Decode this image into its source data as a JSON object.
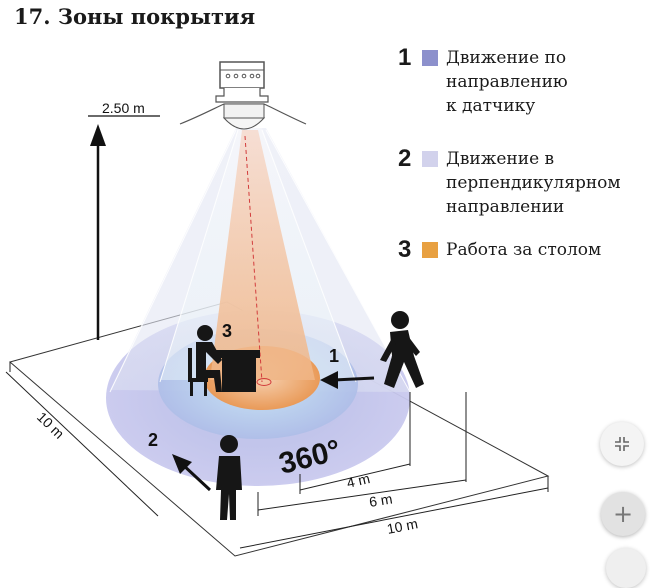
{
  "title": "17.  Зоны покрытия",
  "legend": [
    {
      "num": "1",
      "text": "Движение по\nнаправлению\nк датчику",
      "color": "#8c90cc"
    },
    {
      "num": "2",
      "text": "Движение в\nперпендикулярном\nнаправлении",
      "color": "#d2d2ec"
    },
    {
      "num": "3",
      "text": "Работа за столом",
      "color": "#e8a040"
    }
  ],
  "diagram": {
    "height_label": "2.50 m",
    "zone_labels": [
      "1",
      "2",
      "3"
    ],
    "angle_label": "360°",
    "dim_inner": "4 m",
    "dim_middle": "6 m",
    "dim_outer": "10 m",
    "dim_side": "10 m"
  },
  "controls": {
    "collapse_icon": "collapse-icon",
    "plus_icon": "plus-icon",
    "plus_label": "+"
  }
}
